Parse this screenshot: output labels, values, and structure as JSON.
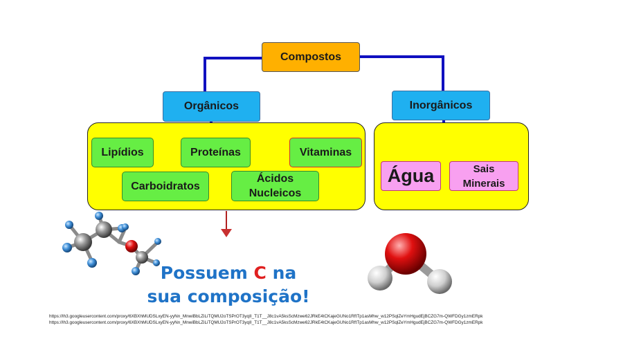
{
  "root": {
    "label": "Compostos"
  },
  "organicos": {
    "label": "Orgânicos",
    "items": [
      "Lipídios",
      "Proteínas",
      "Vitaminas",
      "Carboidratos",
      "Ácidos Nucleicos"
    ]
  },
  "inorganicos": {
    "label": "Inorgânicos",
    "items": [
      "Água",
      "Sais Minerais"
    ]
  },
  "message": {
    "part1": "Possuem ",
    "highlight": "C",
    "part2": " na",
    "line2": "sua composição!"
  },
  "source_urls": [
    "https://lh3.googleusercontent.com/proxy/6XBXhMUDSLxyEN-yyNn_MnwiBbLZiLiTQMU2oTSPrOT3yqII_T1T__J8c1vA5ksScMzwe62JRkE4tCKajeGUNo1RftTp1asMhw_w12PSqlZeYmHgudEjBCZG7m-QWFDGy1zmERpk",
    "https://lh3.googleusercontent.com/proxy/6XBXhMUDSLxyEN-yyNn_MnwiBbLZiLiTQMU2oTSPrOT3yqII_T1T__J8c1vA5ksScMzwe62JRkE4tCKajeGUNo1RftTp1asMhw_w12PSqlZeYmHgudEjBCZG7m-QWFDGy1zmERpk"
  ],
  "colors": {
    "root": "#ffb000",
    "category": "#1fb0f0",
    "panel": "#ffff00",
    "organic_item": "#66ee44",
    "inorganic_item": "#f8a0f0",
    "connector": "#1010c0",
    "message": "#1f73c7",
    "carbon": "#e02020"
  }
}
